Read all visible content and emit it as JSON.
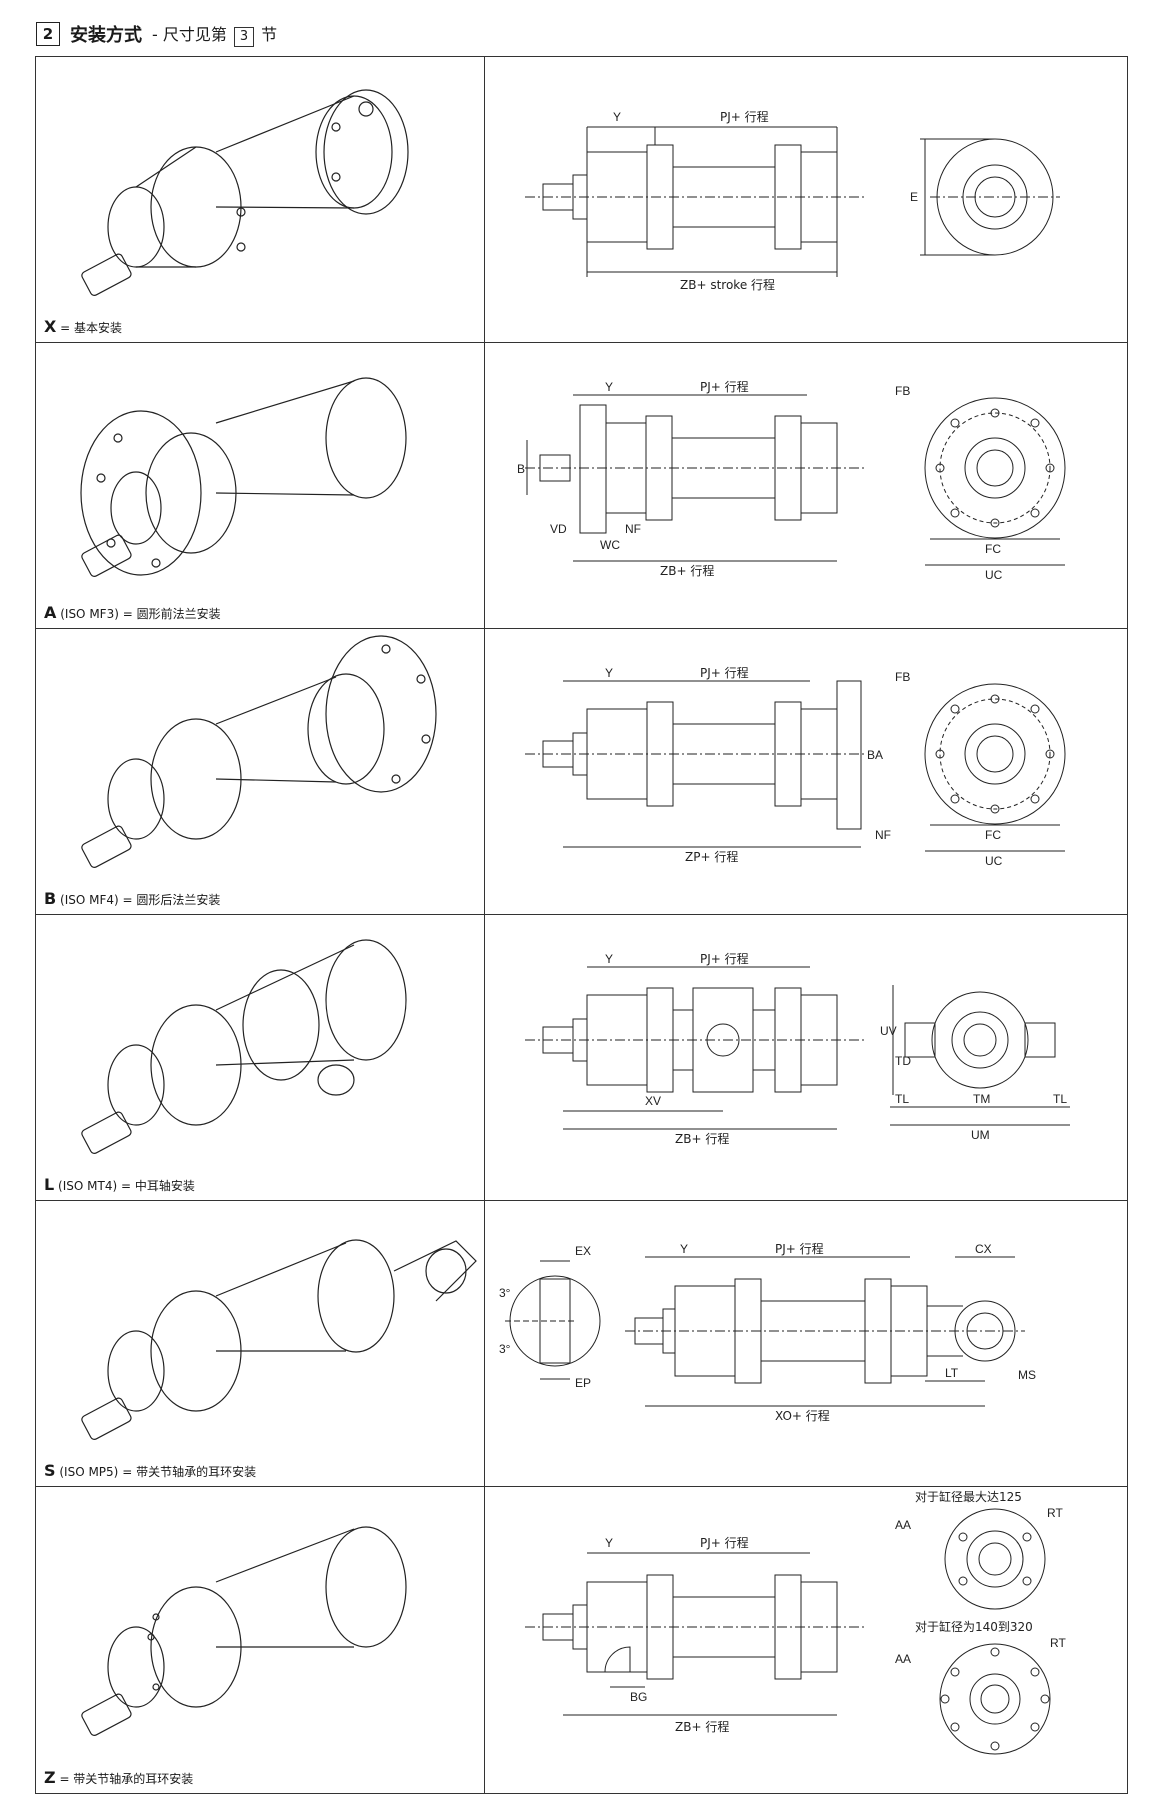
{
  "header": {
    "section_number": "2",
    "title": "安装方式",
    "subtitle_prefix": "- 尺寸见第",
    "ref_number": "3",
    "subtitle_suffix": "节"
  },
  "rows": [
    {
      "code": "X",
      "iso": "",
      "desc": "= 基本安装",
      "dims": {
        "y": "Y",
        "pj": "PJ+ 行程",
        "zb": "ZB+ stroke 行程",
        "e": "E"
      }
    },
    {
      "code": "A",
      "iso": "(ISO MF3)",
      "desc": "= 圆形前法兰安装",
      "dims": {
        "y": "Y",
        "pj": "PJ+ 行程",
        "b": "B",
        "vd": "VD",
        "nf": "NF",
        "wc": "WC",
        "zb": "ZB+ 行程",
        "fb": "FB",
        "fc": "FC",
        "uc": "UC"
      }
    },
    {
      "code": "B",
      "iso": "(ISO MF4)",
      "desc": "= 圆形后法兰安装",
      "dims": {
        "y": "Y",
        "pj": "PJ+ 行程",
        "ba": "BA",
        "nf": "NF",
        "zp": "ZP+ 行程",
        "fb": "FB",
        "fc": "FC",
        "uc": "UC"
      }
    },
    {
      "code": "L",
      "iso": "(ISO MT4)",
      "desc": "= 中耳轴安装",
      "dims": {
        "y": "Y",
        "pj": "PJ+ 行程",
        "xv": "XV",
        "zb": "ZB+ 行程",
        "uv": "UV",
        "td": "TD",
        "tl1": "TL",
        "tm": "TM",
        "tl2": "TL",
        "um": "UM"
      }
    },
    {
      "code": "S",
      "iso": "(ISO MP5)",
      "desc": "= 带关节轴承的耳环安装",
      "dims": {
        "ex": "EX",
        "ep": "EP",
        "angle1": "3°",
        "angle2": "3°",
        "y": "Y",
        "pj": "PJ+ 行程",
        "cx": "CX",
        "lt": "LT",
        "ms": "MS",
        "xo": "XO+ 行程"
      }
    },
    {
      "code": "Z",
      "iso": "",
      "desc": "= 带关节轴承的耳环安装",
      "dims": {
        "y": "Y",
        "pj": "PJ+ 行程",
        "bg": "BG",
        "zb": "ZB+ 行程",
        "note1": "对于缸径最大达125",
        "aa1": "AA",
        "rt1": "RT",
        "note2": "对于缸径为140到320",
        "aa2": "AA",
        "rt2": "RT"
      }
    }
  ]
}
